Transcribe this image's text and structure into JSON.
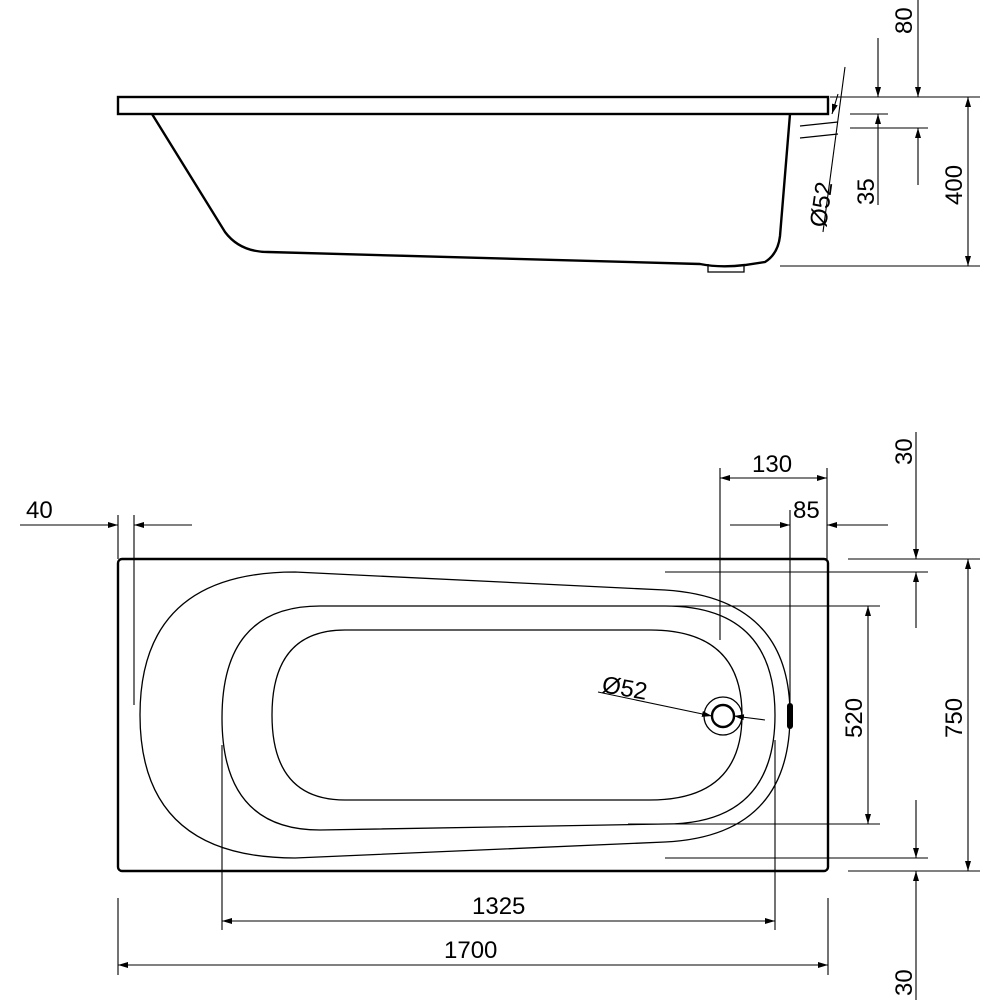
{
  "diagram": {
    "side_view": {
      "dimensions": {
        "top_rim_offset": "80",
        "overflow_height": "35",
        "overflow_diameter": "Ø52",
        "height": "400"
      }
    },
    "top_view": {
      "dimensions": {
        "left_margin": "40",
        "drain_from_inner_edge": "130",
        "drain_from_outer_edge": "85",
        "top_margin": "30",
        "drain_diameter": "Ø52",
        "inner_width": "520",
        "outer_width": "750",
        "inner_length": "1325",
        "outer_length": "1700",
        "bottom_margin": "30"
      }
    }
  }
}
